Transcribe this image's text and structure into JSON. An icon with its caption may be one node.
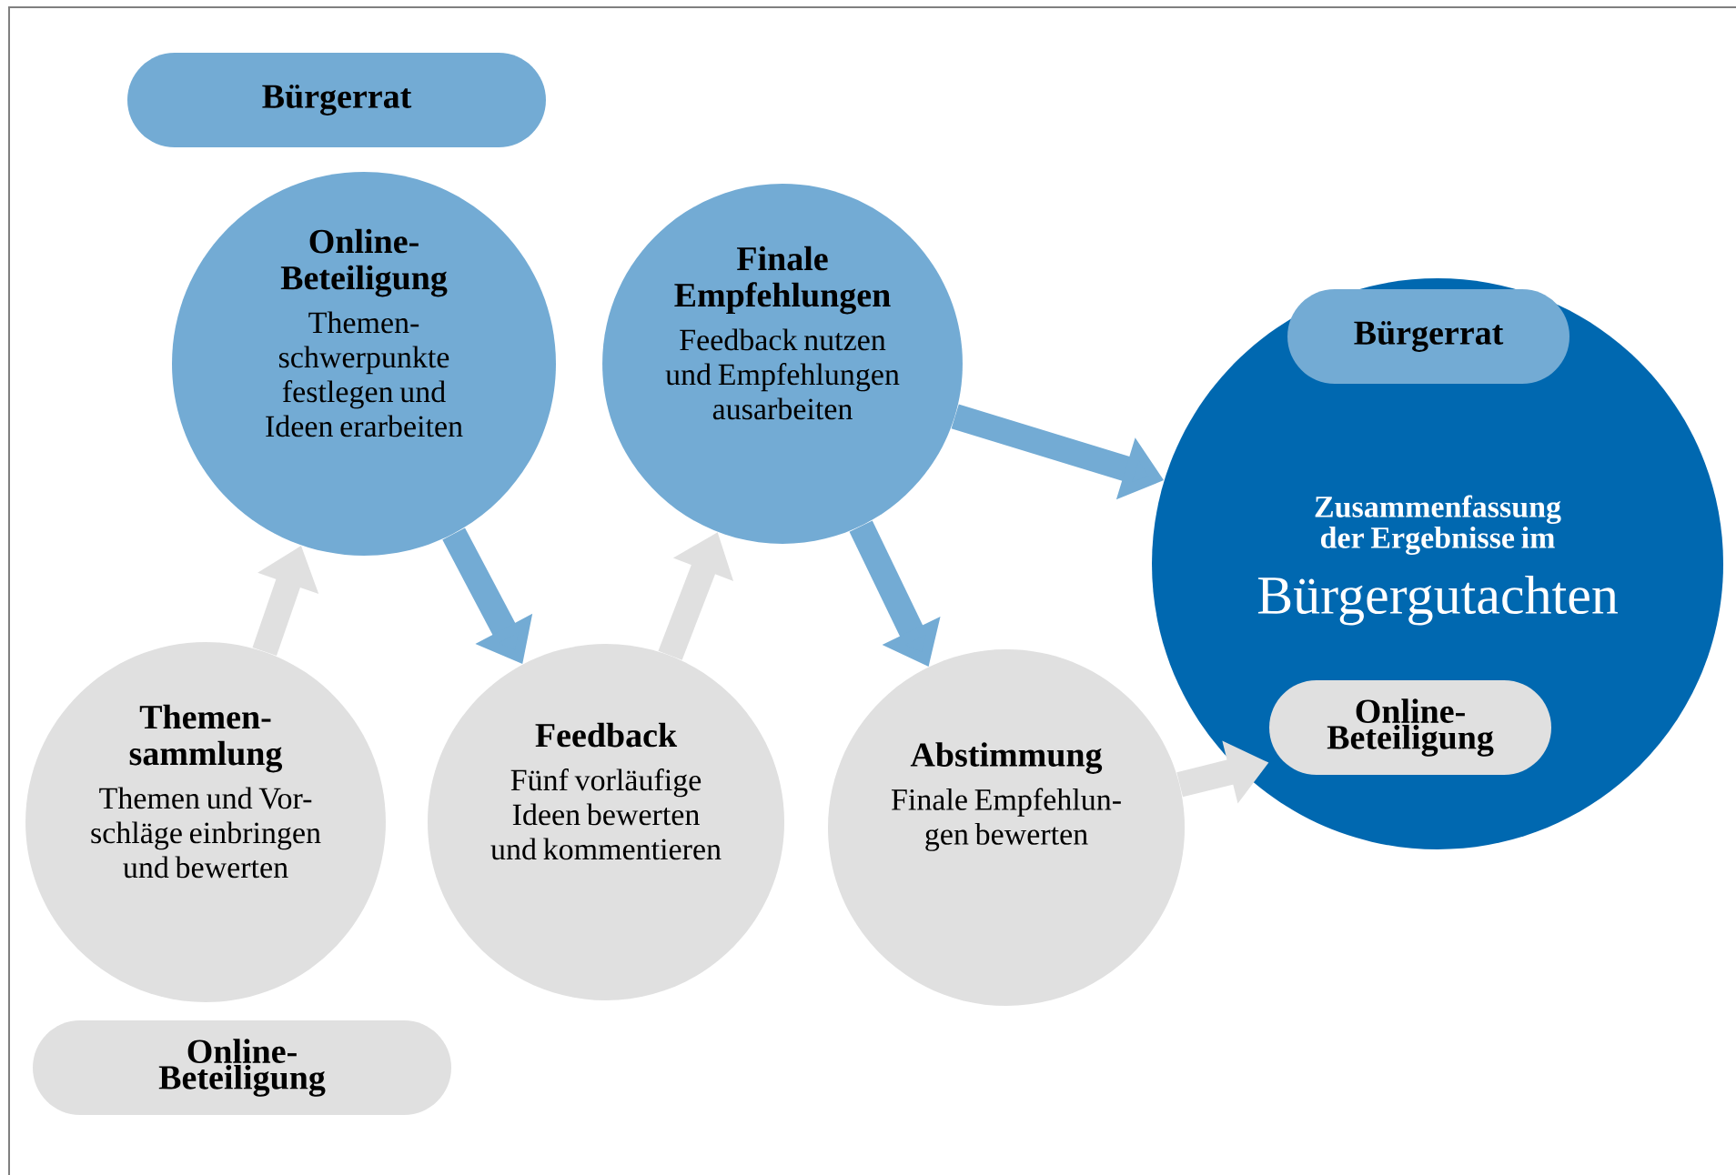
{
  "diagram": {
    "nodes": [
      {
        "text": [
          "Bürgerrat"
        ]
      },
      {
        "text": [
          "Online-Beteiligung",
          "Themen-schwerpunkte festlegen und Ideen erarbeiten"
        ]
      },
      {
        "text": [
          "Finale Empfehlungen",
          "Feedback nutzen und Empfehlungen ausarbeiten"
        ]
      },
      {
        "text": [
          "Zusammenfassung der Ergebnisse im",
          "Bürgergutachten"
        ]
      },
      {
        "text": [
          "Bürgerrat"
        ],
        "in": 3
      },
      {
        "text": [
          "Online-Beteiligung"
        ],
        "in": 3
      },
      {
        "text": [
          "Themen-sammlung",
          "Themen und Vor-schläge einbringen und bewerten"
        ]
      },
      {
        "text": [
          "Feedback",
          "Fünf vorläufige Ideen bewerten und kommentieren"
        ]
      },
      {
        "text": [
          "Abstimmung",
          "Finale Empfehlun-gen bewerten"
        ]
      },
      {
        "text": [
          "Online-Beteiligung"
        ]
      }
    ],
    "edges": [
      {
        "from": 6,
        "to": 1,
        "arrow": "to",
        "color": "#e0e0e0"
      },
      {
        "from": 1,
        "to": 7,
        "arrow": "to",
        "color": "#73abd4"
      },
      {
        "from": 7,
        "to": 2,
        "arrow": "to",
        "color": "#e0e0e0"
      },
      {
        "from": 2,
        "to": 8,
        "arrow": "to",
        "color": "#73abd4"
      },
      {
        "from": 2,
        "to": 3,
        "arrow": "to",
        "color": "#73abd4"
      },
      {
        "from": 8,
        "to": 5,
        "arrow": "to",
        "color": "#e0e0e0"
      }
    ]
  }
}
